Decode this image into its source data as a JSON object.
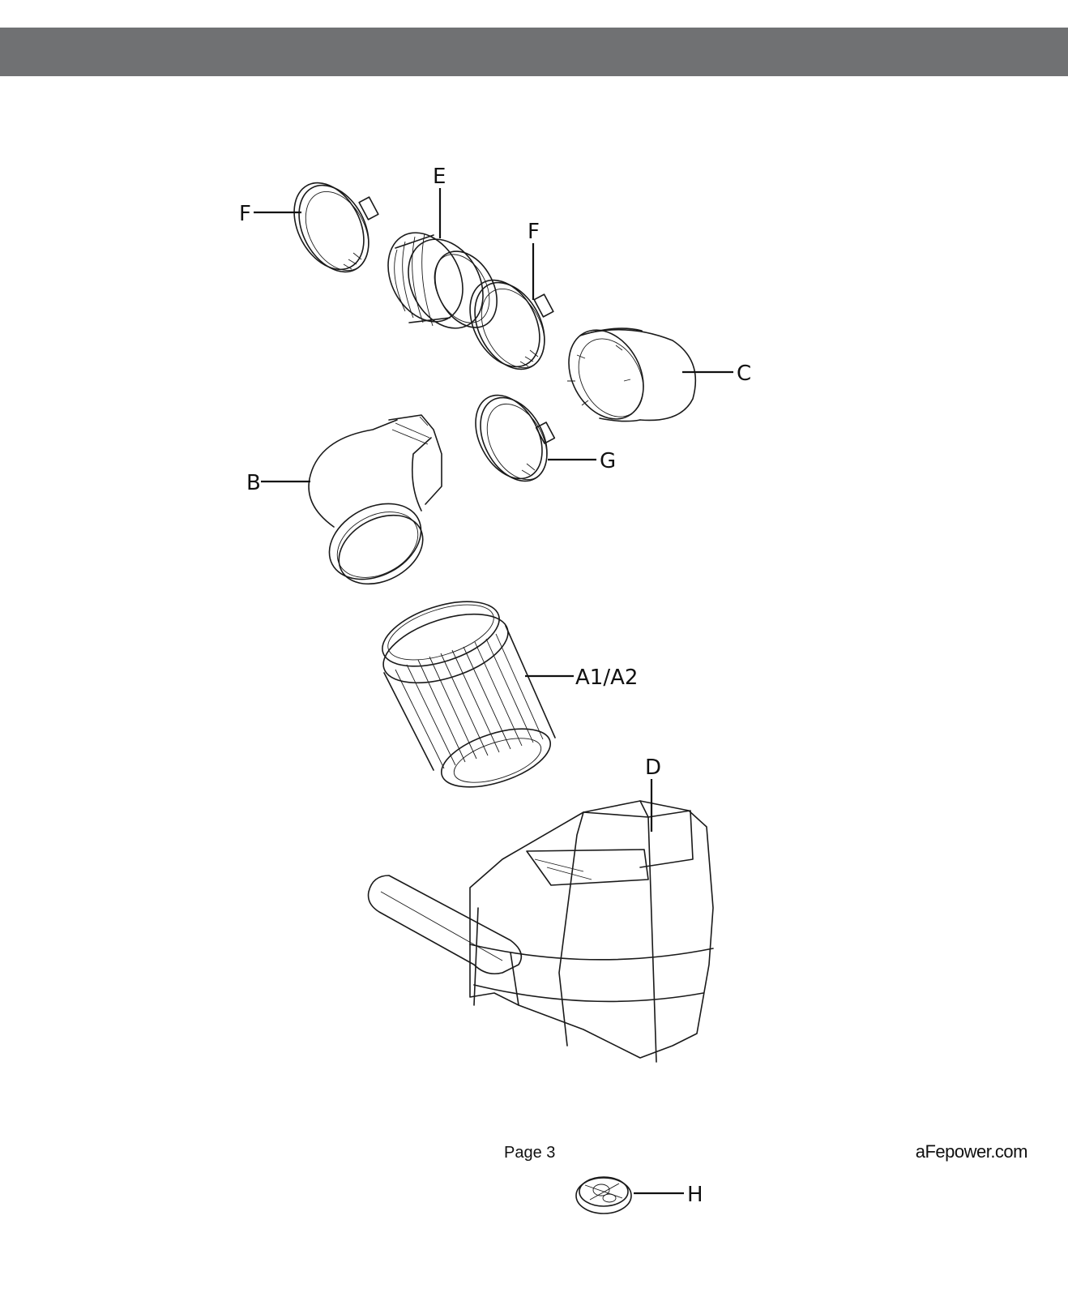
{
  "header": {
    "bar_color": "#707173"
  },
  "diagram": {
    "callouts": {
      "f_top_left": "F",
      "e": "E",
      "f_middle": "F",
      "c": "C",
      "g": "G",
      "b": "B",
      "a1a2": "A1/A2",
      "d": "D",
      "h": "H"
    }
  },
  "footer": {
    "page": "Page 3",
    "website": "aFepower.com"
  }
}
